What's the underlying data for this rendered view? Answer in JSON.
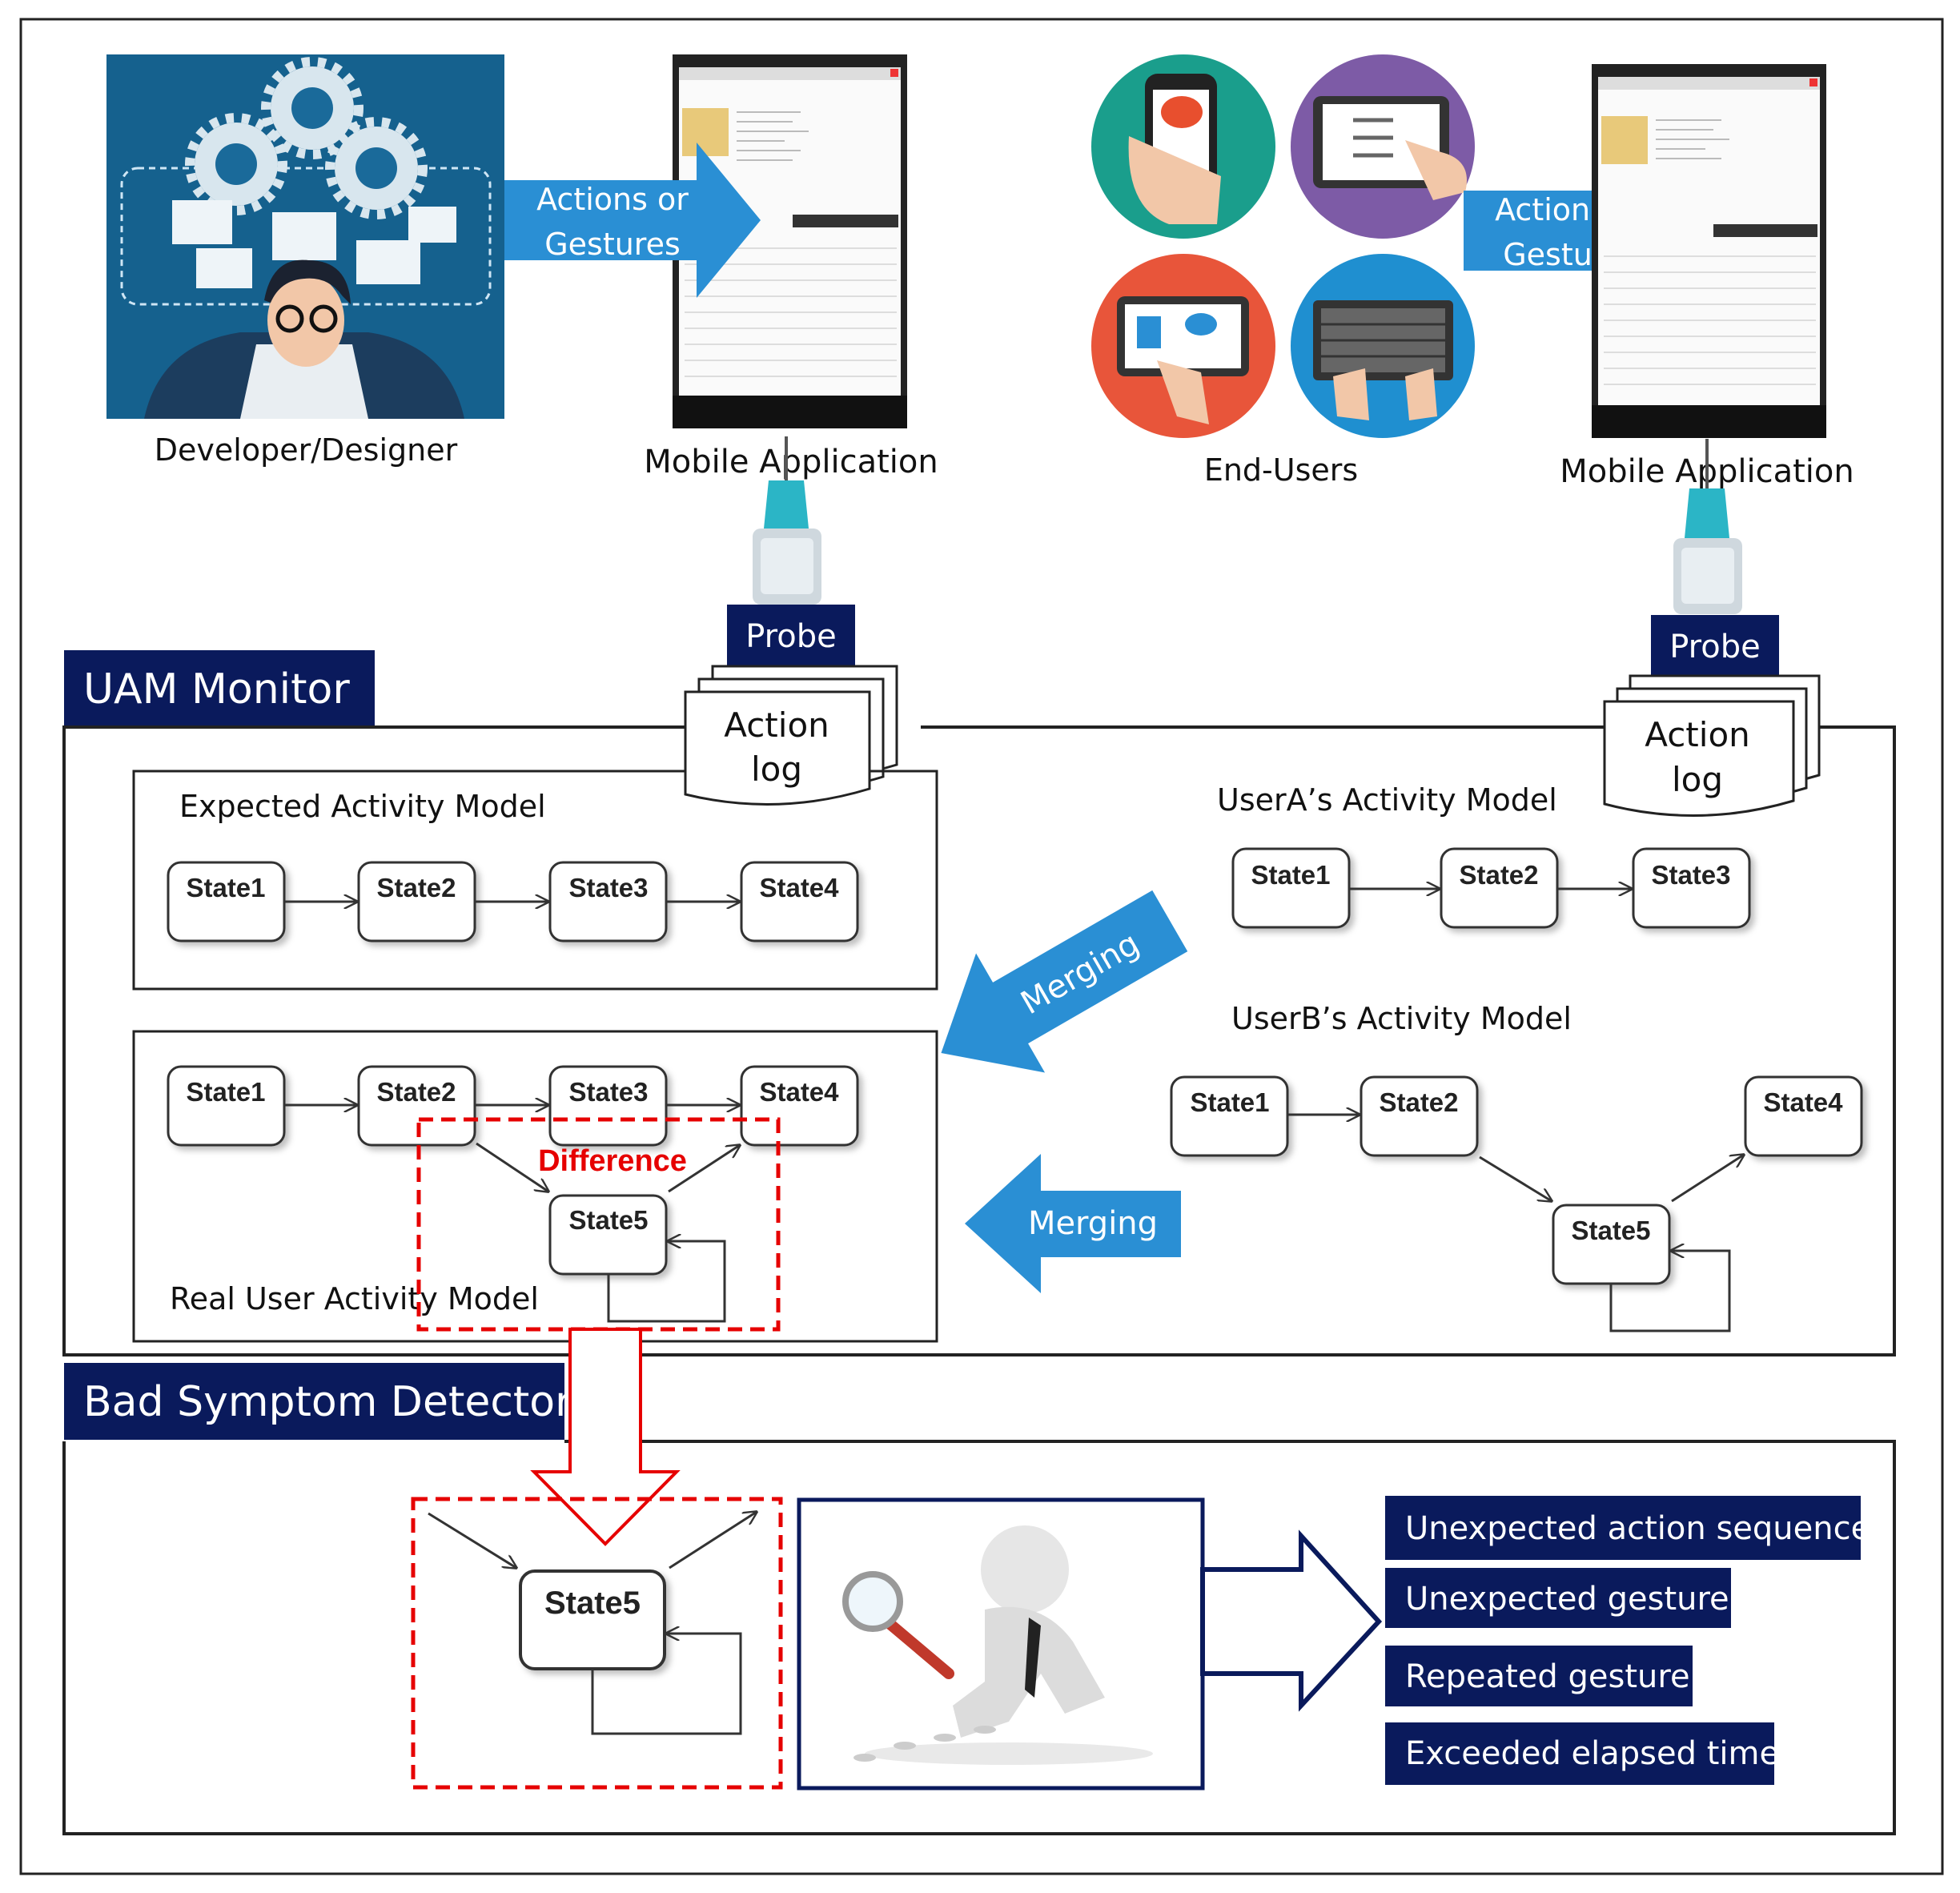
{
  "top": {
    "developer_label": "Developer/Designer",
    "mobile_app_label_left": "Mobile Application",
    "actions_left": [
      "Actions or",
      "Gestures"
    ],
    "end_users_label": "End-Users",
    "mobile_app_label_right": "Mobile Application",
    "actions_right": [
      "Actions or",
      "Gestures"
    ]
  },
  "probe": {
    "left": "Probe",
    "right": "Probe"
  },
  "action_log": {
    "left": [
      "Action",
      "log"
    ],
    "right": [
      "Action",
      "log"
    ]
  },
  "uam": {
    "title": "UAM Monitor",
    "expected": {
      "title": "Expected Activity Model",
      "states": [
        "State1",
        "State2",
        "State3",
        "State4"
      ]
    },
    "real": {
      "title": "Real User Activity Model",
      "states": [
        "State1",
        "State2",
        "State3",
        "State4",
        "State5"
      ],
      "difference_label": "Difference"
    },
    "userA": {
      "title": "UserA’s Activity Model",
      "states": [
        "State1",
        "State2",
        "State3"
      ]
    },
    "userB": {
      "title": "UserB’s Activity Model",
      "states": [
        "State1",
        "State2",
        "State4",
        "State5"
      ]
    },
    "merging_top": "Merging",
    "merging_bottom": "Merging"
  },
  "detector": {
    "title": "Bad Symptom Detector",
    "state_label": "State5",
    "symptoms": [
      "Unexpected action sequence",
      "Unexpected gesture",
      "Repeated gesture",
      "Exceeded elapsed time"
    ]
  },
  "colors": {
    "navy": "#0a1a5c",
    "arrow_blue": "#2a8fd4",
    "difference_red": "#e60000",
    "dev_bg": "#1a6a9a"
  }
}
